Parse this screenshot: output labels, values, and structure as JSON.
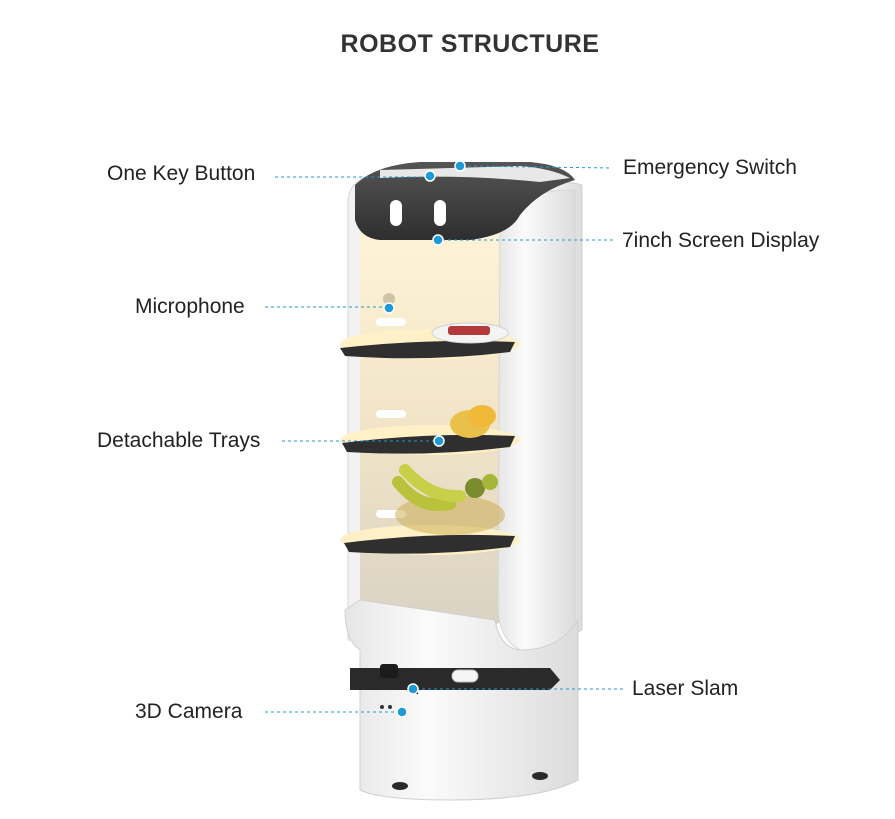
{
  "title": "ROBOT STRUCTURE",
  "colors": {
    "accent": "#1e9ad6",
    "robot_body": "#f4f4f4",
    "robot_dark": "#3a3a3a",
    "tray": "#2f2f2f",
    "glow": "#ffcf7a"
  },
  "callouts": [
    {
      "label": "One Key Button"
    },
    {
      "label": "Emergency Switch"
    },
    {
      "label": "7inch Screen Display"
    },
    {
      "label": "Microphone"
    },
    {
      "label": "Detachable Trays"
    },
    {
      "label": "Laser Slam"
    },
    {
      "label": "3D Camera"
    }
  ]
}
